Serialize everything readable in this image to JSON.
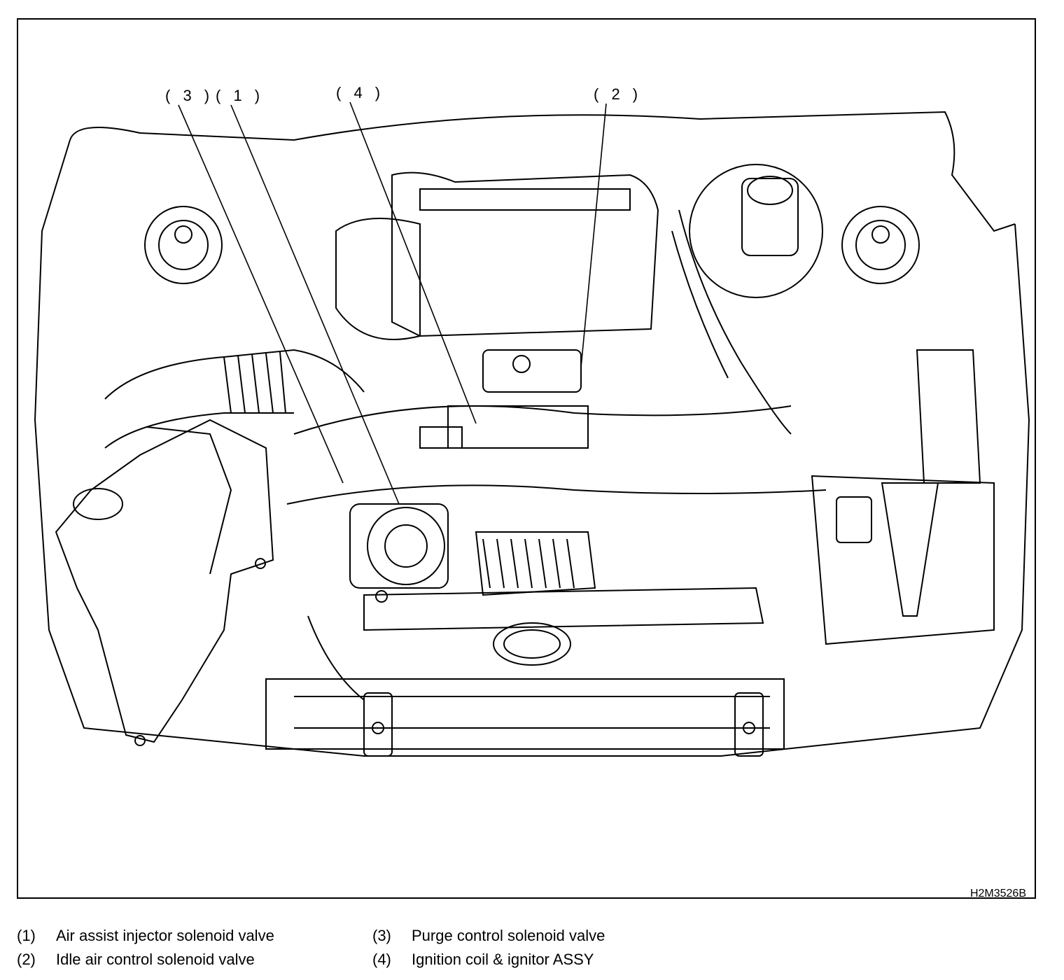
{
  "figure": {
    "id": "H2M3526B"
  },
  "callouts": [
    {
      "label": "( 3 )"
    },
    {
      "label": "( 1 )"
    },
    {
      "label": "( 4 )"
    },
    {
      "label": "( 2 )"
    }
  ],
  "legend": [
    {
      "num": "(1)",
      "text": "Air assist injector solenoid valve"
    },
    {
      "num": "(2)",
      "text": "Idle air control solenoid valve"
    },
    {
      "num": "(3)",
      "text": "Purge control solenoid valve"
    },
    {
      "num": "(4)",
      "text": "Ignition coil & ignitor ASSY"
    }
  ]
}
